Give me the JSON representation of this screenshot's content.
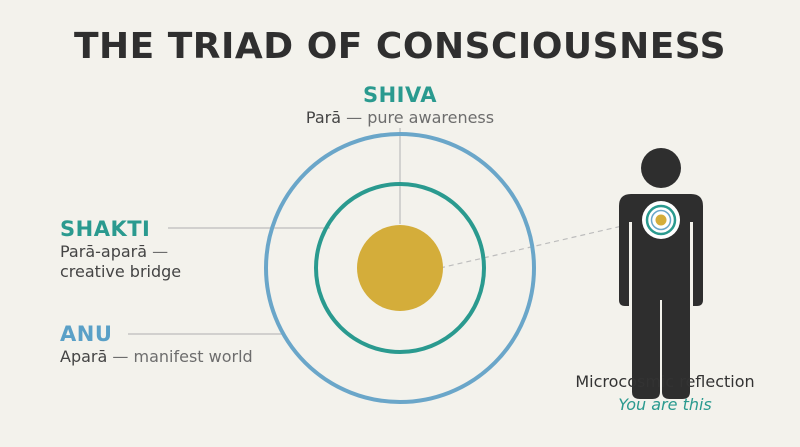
{
  "title": "THE TRIAD OF CONSCIOUSNESS",
  "shiva": {
    "name": "SHIVA",
    "term": "Parā",
    "sep": "—",
    "desc": "pure awareness"
  },
  "shakti": {
    "name": "SHAKTI",
    "term": "Parā-aparā",
    "sep": "—",
    "desc": "creative bridge"
  },
  "anu": {
    "name": "ANU",
    "term": "Aparā",
    "sep": "—",
    "desc": "manifest world"
  },
  "micro": {
    "caption": "Microcosmic reflection",
    "tagline": "You are this"
  },
  "colors": {
    "background": "#f3f2ec",
    "title": "#2f2f2f",
    "outer_ring": "#6aa6c9",
    "middle_ring": "#2a9a8f",
    "core": "#d4ad3a",
    "figure": "#2e2e2e",
    "leader_line": "#bdbdbd"
  },
  "icons": {
    "figure": "human-figure-icon",
    "heart": "heart-target-icon"
  }
}
